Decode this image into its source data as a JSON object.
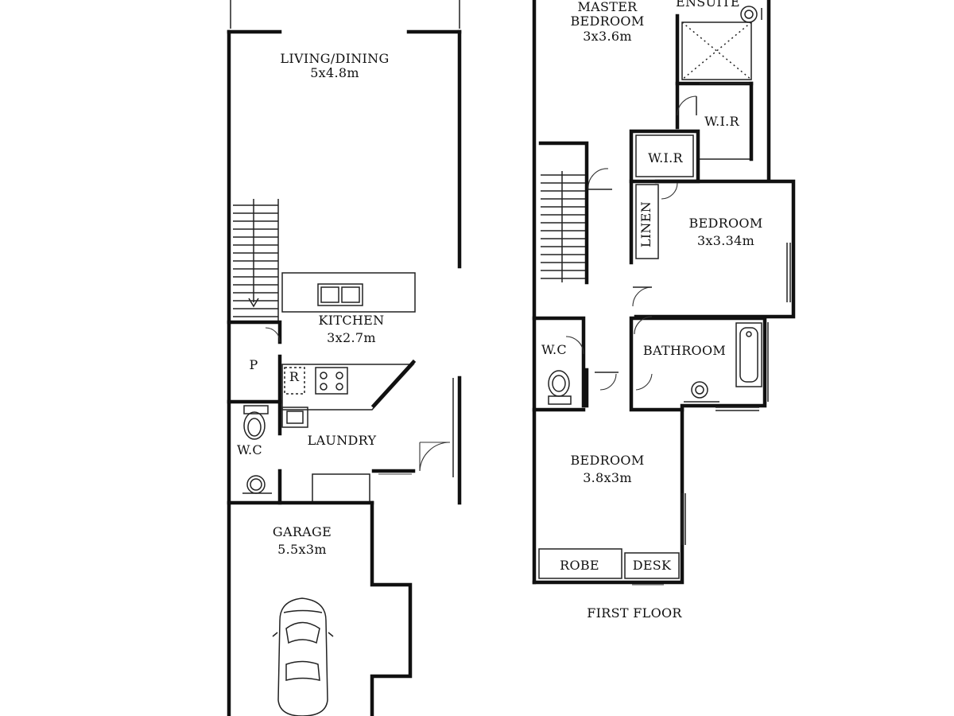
{
  "ground_floor": {
    "living_dining": {
      "name": "LIVING/DINING",
      "size": "5x4.8m"
    },
    "kitchen": {
      "name": "KITCHEN",
      "size": "3x2.7m"
    },
    "pantry": "P",
    "fridge": "R",
    "wc": "W.C",
    "laundry": "LAUNDRY",
    "garage": {
      "name": "GARAGE",
      "size": "5.5x3m"
    }
  },
  "first_floor": {
    "title": "FIRST FLOOR",
    "master_bedroom": {
      "name_line1": "MASTER",
      "name_line2": "BEDROOM",
      "size": "3x3.6m"
    },
    "ensuite": "ENSUITE",
    "wir_master": "W.I.R",
    "wir_bedroom": "W.I.R",
    "linen": "LINEN",
    "bedroom2": {
      "name": "BEDROOM",
      "size": "3x3.34m"
    },
    "wc": "W.C",
    "bathroom": "BATHROOM",
    "bedroom3": {
      "name": "BEDROOM",
      "size": "3.8x3m"
    },
    "robe": "ROBE",
    "desk": "DESK"
  }
}
